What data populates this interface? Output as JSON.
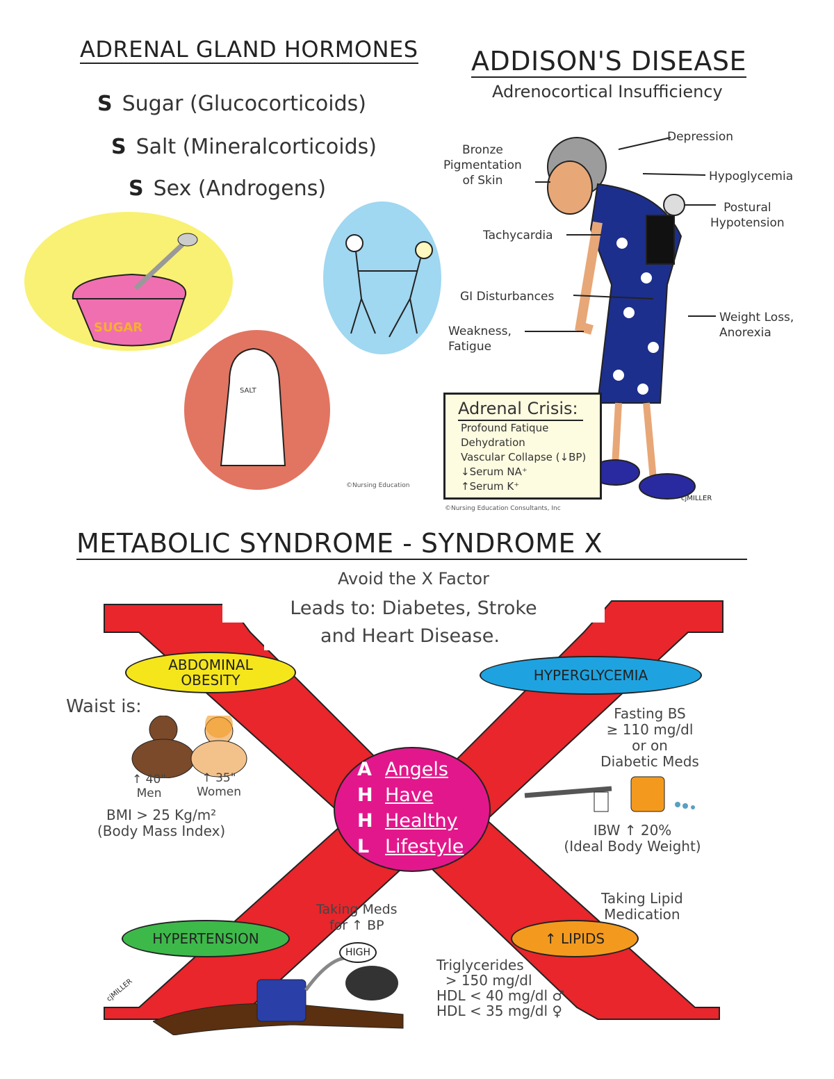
{
  "adrenal": {
    "title": "ADRENAL GLAND HORMONES",
    "items": [
      {
        "letter": "S",
        "text": "Sugar (Glucocorticoids)"
      },
      {
        "letter": "S",
        "text": "Salt (Mineralcorticoids)"
      },
      {
        "letter": "S",
        "text": "Sex (Androgens)"
      }
    ],
    "sugar_label": "SUGAR",
    "salt_label": "SALT",
    "copyright": "©Nursing Education"
  },
  "addison": {
    "title": "ADDISON'S DISEASE",
    "subtitle": "Adrenocortical Insufficiency",
    "labels": {
      "bronze": "Bronze\nPigmentation\nof Skin",
      "depression": "Depression",
      "hypoglycemia": "Hypoglycemia",
      "postural": "Postural\nHypotension",
      "tachycardia": "Tachycardia",
      "gi": "GI Disturbances",
      "weakness": "Weakness,\nFatigue",
      "weight": "Weight Loss,\nAnorexia"
    },
    "crisis": {
      "title": "Adrenal Crisis:",
      "items": [
        "Profound Fatique",
        "Dehydration",
        "Vascular Collapse (↓BP)",
        "↓Serum NA⁺",
        "↑Serum K⁺"
      ]
    },
    "copyright": "©Nursing Education Consultants, Inc",
    "signature": "cjMILLER"
  },
  "metabolic": {
    "title": "METABOLIC SYNDROME - SYNDROME X",
    "lines": [
      "Avoid the X Factor",
      "Leads to: Diabetes, Stroke",
      "and Heart Disease."
    ],
    "abdominal": {
      "label": "ABDOMINAL\nOBESITY",
      "waist": "Waist is:",
      "men": "↑ 40\"\nMen",
      "women": "↑ 35\"\nWomen",
      "bmi": "BMI > 25 Kg/m²\n(Body Mass Index)"
    },
    "hyperglycemia": {
      "label": "HYPERGLYCEMIA",
      "text": "Fasting BS\n≥ 110 mg/dl\nor on\nDiabetic Meds",
      "ibw": "IBW ↑ 20%\n(Ideal Body Weight)"
    },
    "center": [
      {
        "letter": "A",
        "word": "Angels"
      },
      {
        "letter": "H",
        "word": "Have"
      },
      {
        "letter": "H",
        "word": "Healthy"
      },
      {
        "letter": "L",
        "word": "Lifestyle"
      }
    ],
    "hypertension": {
      "label": "HYPERTENSION",
      "note": "Taking Meds\nfor ↑ BP",
      "cuff": "HIGH"
    },
    "lipids": {
      "label": "↑ LIPIDS",
      "note": "Taking Lipid\nMedication",
      "text": "Triglycerides\n  > 150 mg/dl\nHDL < 40 mg/dl ♂\nHDL < 35 mg/dl ♀"
    },
    "signature": "cjMILLER"
  },
  "colors": {
    "red": "#e8262b",
    "yellow": "#f5e61c",
    "blue": "#1ea3e0",
    "green": "#3db94a",
    "orange": "#f39a1e",
    "magenta": "#e3178c",
    "navy": "#1d2f8c"
  }
}
